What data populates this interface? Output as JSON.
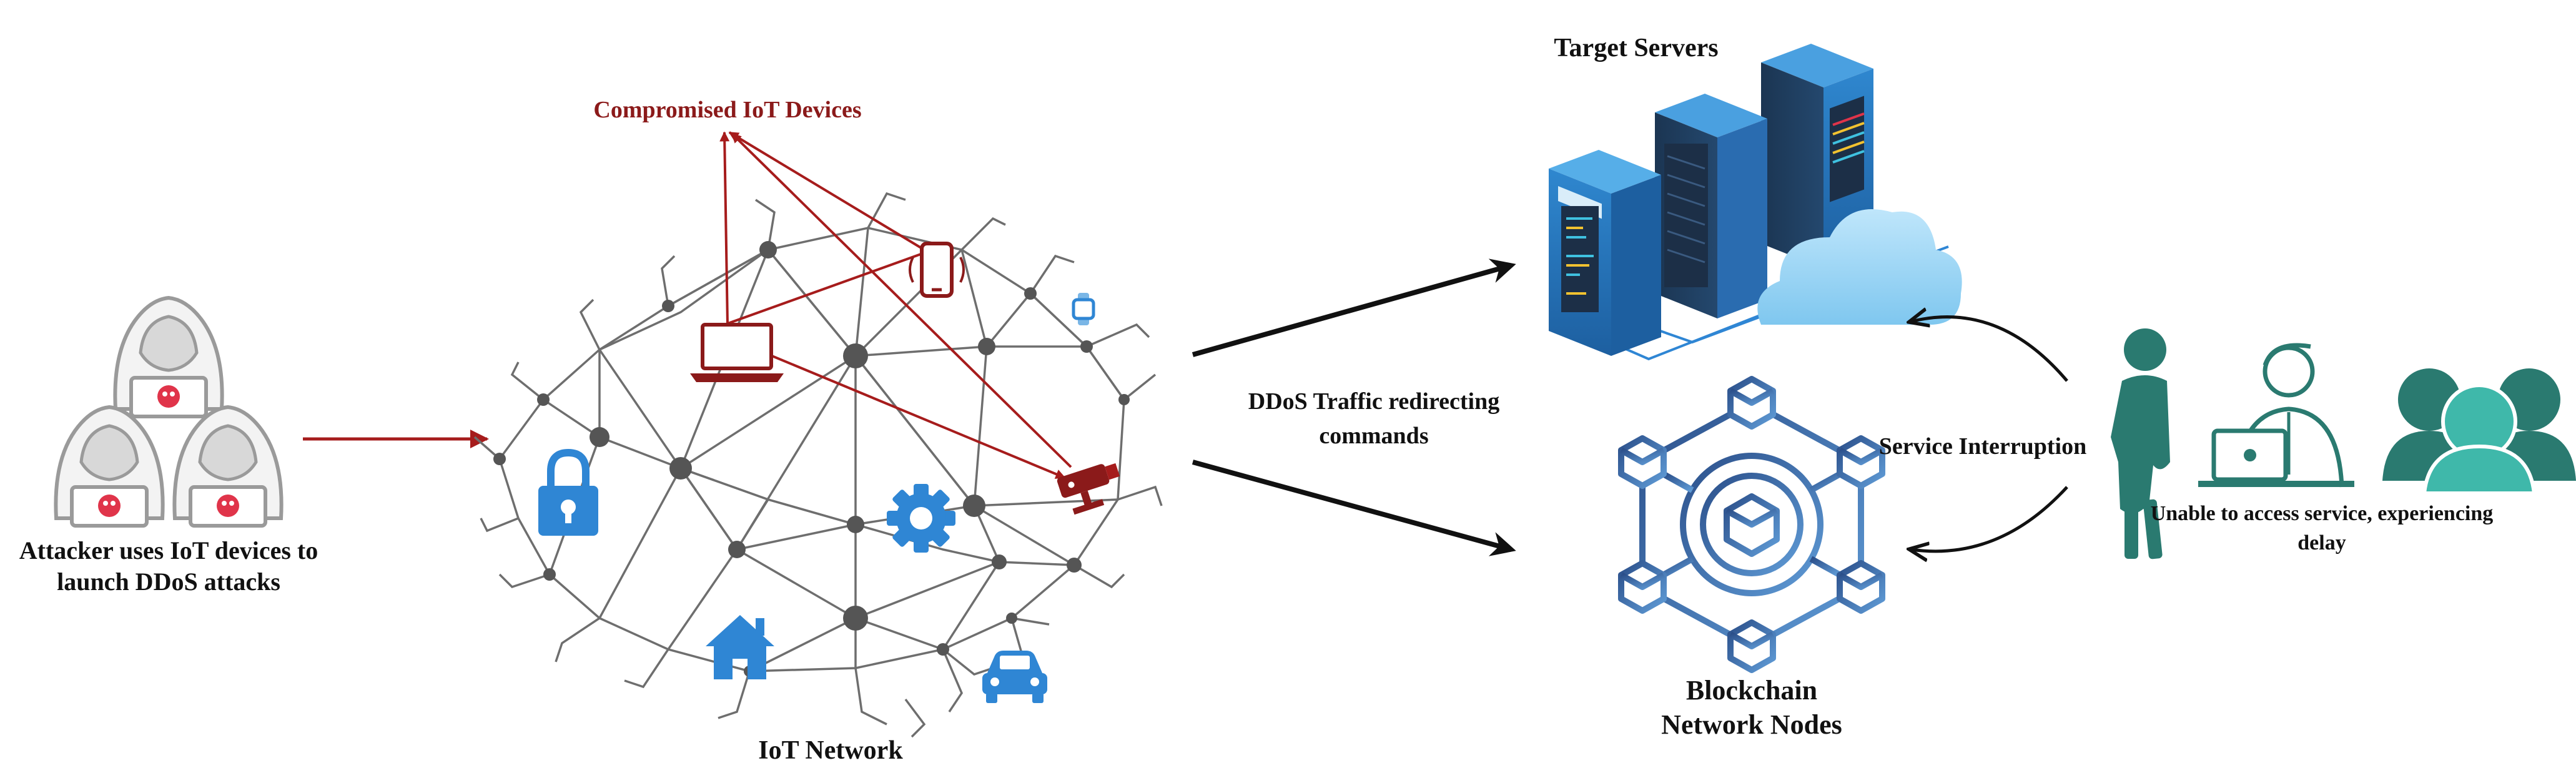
{
  "labels": {
    "compromised_devices": "Compromised IoT Devices",
    "attacker_line1": "Attacker uses IoT devices to",
    "attacker_line2": "launch DDoS attacks",
    "iot_network": "IoT Network",
    "ddos_line1": "DDoS Traffic redirecting",
    "ddos_line2": "commands",
    "target_servers": "Target Servers",
    "blockchain_line1": "Blockchain",
    "blockchain_line2": "Network Nodes",
    "service_interruption": "Service Interruption",
    "users_line1": "Unable to access service, experiencing",
    "users_line2": "delay"
  },
  "icons": {
    "attacker": "hooded-hacker-icon",
    "laptop": "laptop-icon",
    "phone": "smartphone-icon",
    "watch": "smartwatch-icon",
    "camera": "security-camera-icon",
    "lock": "padlock-icon",
    "gear": "gear-icon",
    "home": "home-icon",
    "car": "car-icon",
    "servers": "server-rack-icon",
    "cloud": "cloud-icon",
    "blockchain": "blockchain-icon",
    "person": "standing-person-icon",
    "worker": "person-at-laptop-icon",
    "group": "user-group-icon"
  },
  "colors": {
    "attack_red": "#a61c1c",
    "label_red": "#8b1a1a",
    "iot_blue": "#2f86d4",
    "server_blue": "#2b7fc4",
    "blockchain_blue": "#3d6fb0",
    "user_teal": "#2a7a70",
    "node_gray": "#555555",
    "arrow_black": "#111111"
  }
}
